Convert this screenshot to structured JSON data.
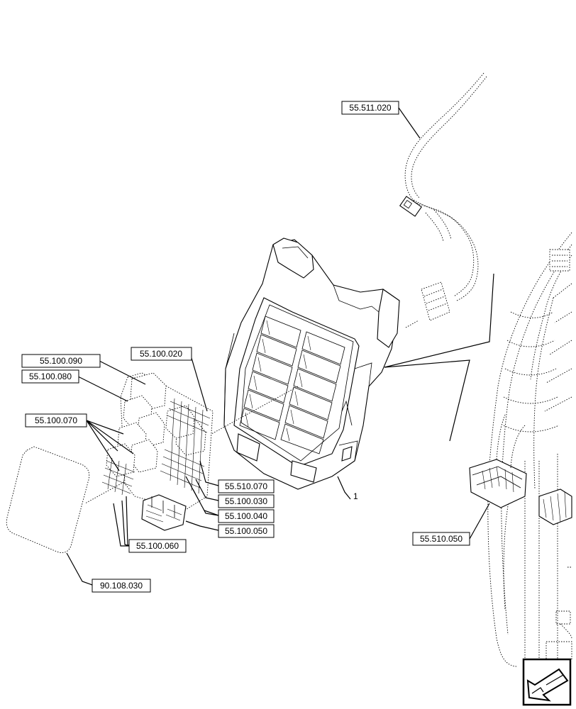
{
  "diagram": {
    "labels": [
      {
        "id": "55-511-020",
        "text": "55.511.020"
      },
      {
        "id": "55-100-090",
        "text": "55.100.090"
      },
      {
        "id": "55-100-080",
        "text": "55.100.080"
      },
      {
        "id": "55-100-020",
        "text": "55.100.020"
      },
      {
        "id": "55-100-070",
        "text": "55.100.070"
      },
      {
        "id": "55-510-070",
        "text": "55.510.070"
      },
      {
        "id": "55-100-030",
        "text": "55.100.030"
      },
      {
        "id": "55-100-040",
        "text": "55.100.040"
      },
      {
        "id": "55-100-050",
        "text": "55.100.050"
      },
      {
        "id": "55-100-060",
        "text": "55.100.060"
      },
      {
        "id": "90-108-030",
        "text": "90.108.030"
      },
      {
        "id": "55-510-050",
        "text": "55.510.050"
      }
    ],
    "item_number": "1",
    "nav_icon": "arrow-left-down-icon"
  }
}
